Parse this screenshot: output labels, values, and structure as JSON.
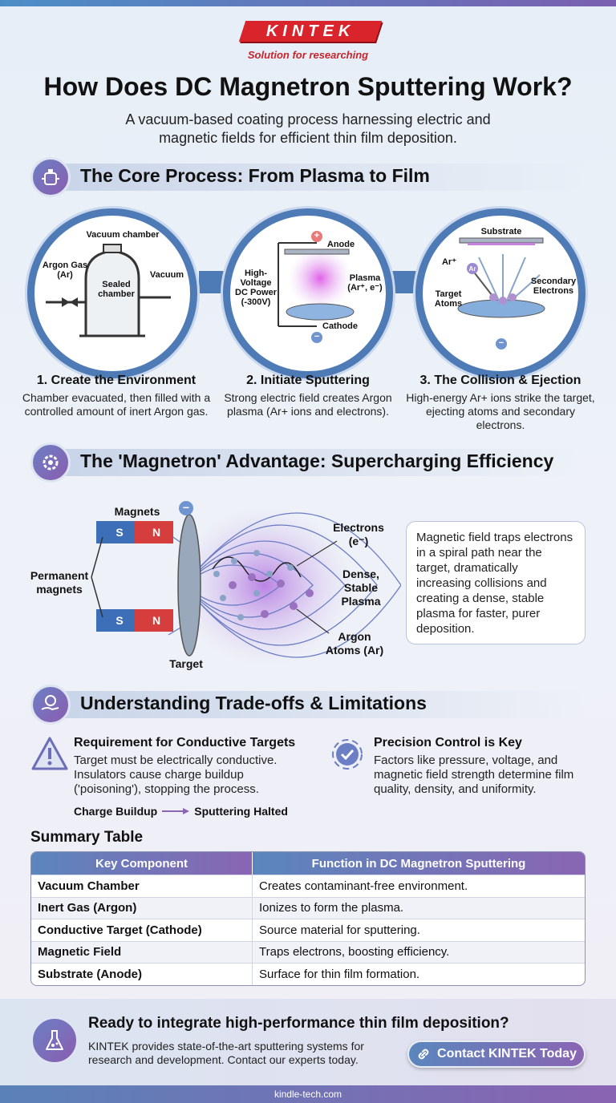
{
  "brand": {
    "logo_text": "KINTEK",
    "tagline": "Solution for researching"
  },
  "title": "How Does DC Magnetron Sputtering Work?",
  "subtitle": "A vacuum-based coating process harnessing electric and magnetic fields for efficient thin film deposition.",
  "section1": {
    "title": "The Core Process: From Plasma to Film",
    "icon": "vacuum-chamber-icon",
    "steps": [
      {
        "title": "1. Create the Environment",
        "desc": "Chamber evacuated, then filled with a controlled amount of inert Argon gas.",
        "labels": {
          "chamber": "Vacuum chamber",
          "gas": "Argon Gas (Ar)",
          "sealed": "Sealed chamber",
          "vacuum": "Vacuum"
        }
      },
      {
        "title": "2. Initiate Sputtering",
        "desc": "Strong electric field creates Argon plasma (Ar+ ions and electrons).",
        "labels": {
          "power": "High-Voltage DC Power (-300V)",
          "anode": "Anode",
          "plasma": "Plasma (Ar⁺, e⁻)",
          "cathode": "Cathode",
          "plus": "+",
          "minus": "−"
        }
      },
      {
        "title": "3. The Collision & Ejection",
        "desc": "High-energy Ar+ ions strike the target, ejecting atoms and secondary electrons.",
        "labels": {
          "substrate": "Substrate",
          "ion": "Ar⁺",
          "ion_particle": "Ar",
          "target_atoms": "Target Atoms",
          "secondary": "Secondary Electrons",
          "minus": "−"
        }
      }
    ]
  },
  "section2": {
    "title": "The 'Magnetron' Advantage: Supercharging Efficiency",
    "icon": "gear-icon",
    "labels": {
      "magnets": "Magnets",
      "permanent": "Permanent magnets",
      "target": "Target",
      "electrons": "Electrons (e⁻)",
      "plasma": "Dense, Stable Plasma",
      "argon": "Argon Atoms (Ar)",
      "s": "S",
      "n": "N",
      "minus": "−"
    },
    "card": "Magnetic field traps electrons in a spiral path near the target, dramatically increasing collisions and creating a dense, stable plasma for faster, purer deposition."
  },
  "section3": {
    "title": "Understanding Trade-offs & Limitations",
    "icon": "hand-coin-icon",
    "items": [
      {
        "title": "Requirement for Conductive Targets",
        "desc": "Target must be electrically conductive. Insulators cause charge buildup ('poisoning'), stopping the process.",
        "flow_from": "Charge Buildup",
        "flow_to": "Sputtering Halted",
        "icon": "warning-icon"
      },
      {
        "title": "Precision Control is Key",
        "desc": "Factors like pressure, voltage, and magnetic field strength determine film quality, density, and uniformity.",
        "icon": "target-check-icon"
      }
    ]
  },
  "table": {
    "title": "Summary Table",
    "headers": [
      "Key Component",
      "Function in DC Magnetron Sputtering"
    ],
    "rows": [
      [
        "Vacuum Chamber",
        "Creates contaminant-free environment."
      ],
      [
        "Inert Gas (Argon)",
        "Ionizes to form the plasma."
      ],
      [
        "Conductive Target (Cathode)",
        "Source material for sputtering."
      ],
      [
        "Magnetic Field",
        "Traps electrons, boosting efficiency."
      ],
      [
        "Substrate (Anode)",
        "Surface for thin film formation."
      ]
    ]
  },
  "cta": {
    "title": "Ready to integrate high-performance thin film deposition?",
    "desc": "KINTEK provides state-of-the-art sputtering systems for research and development. Contact our experts today.",
    "button": "Contact KINTEK Today",
    "icon": "flask-icon"
  },
  "footer": "kindle-tech.com",
  "colors": {
    "accent_blue": "#4e7ab5",
    "accent_purple": "#8a65b3",
    "brand_red": "#d9242b"
  }
}
